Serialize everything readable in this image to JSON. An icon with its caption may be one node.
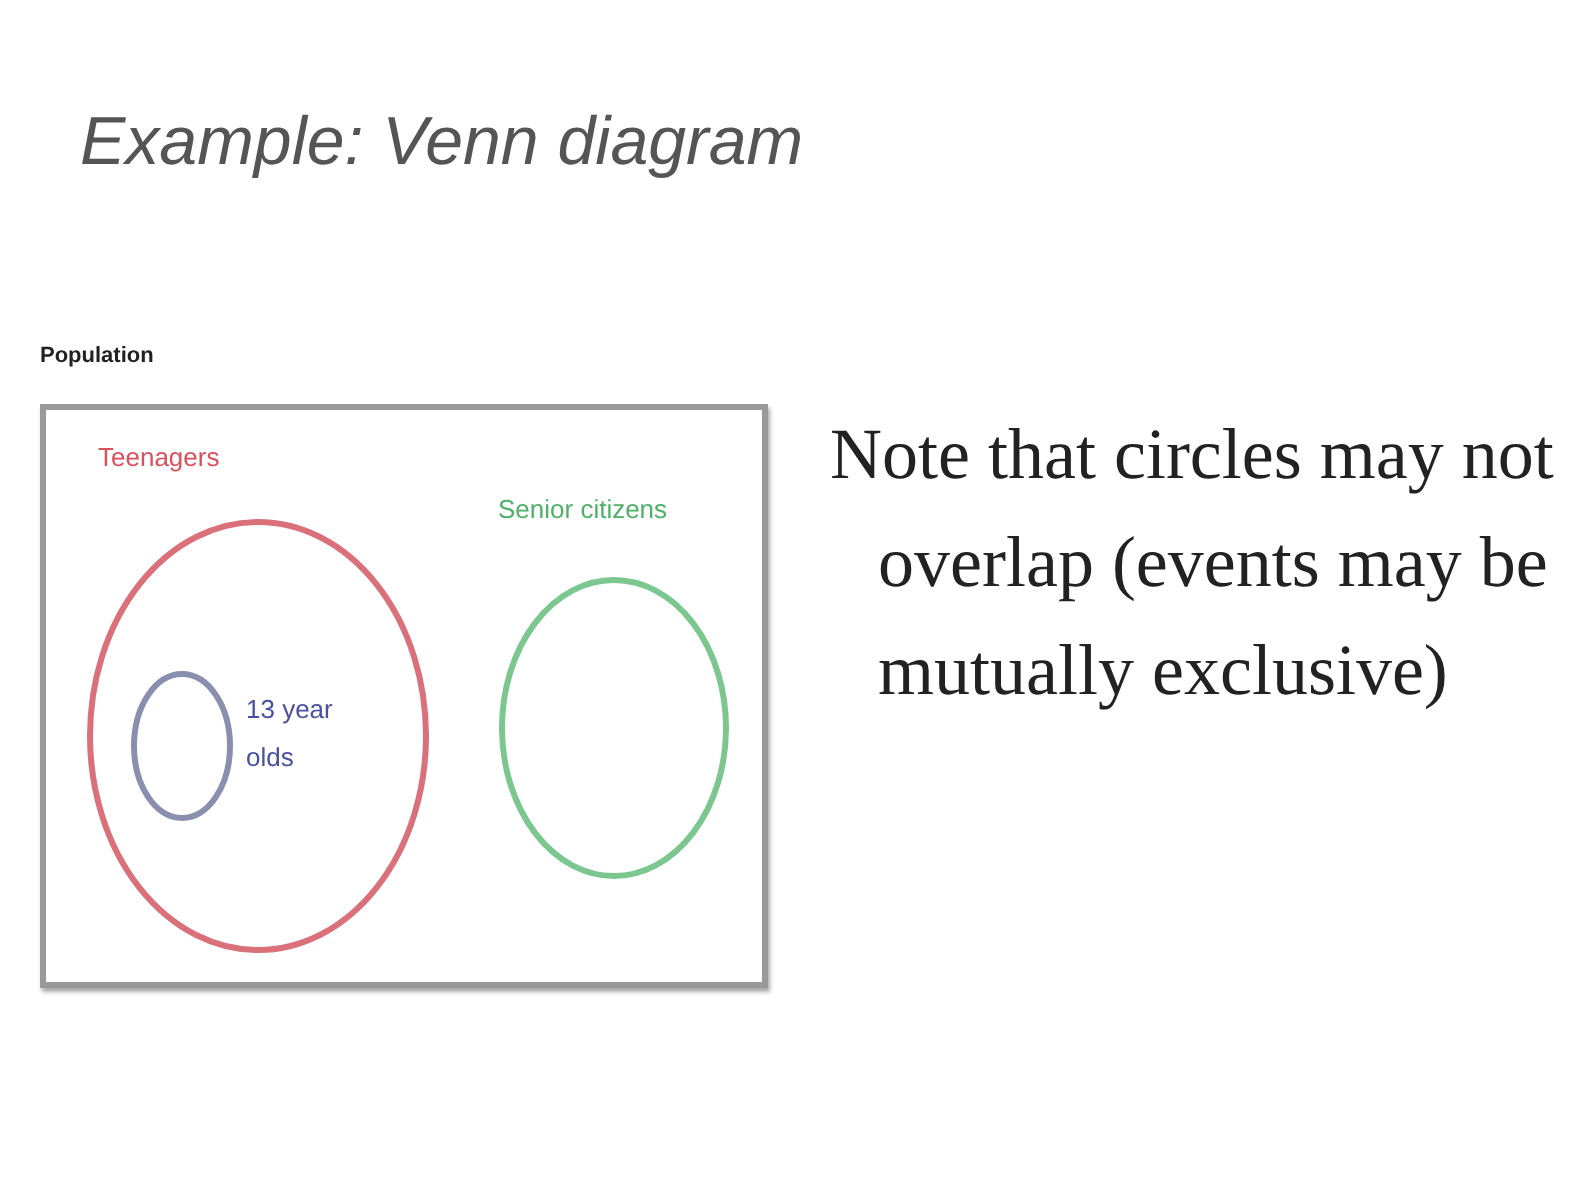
{
  "diagram": {
    "title": "Example: Venn diagram",
    "nodes": [
      {
        "text": [
          "Population"
        ]
      },
      {
        "text": [
          "Teenagers"
        ],
        "in": 0
      },
      {
        "text": [
          "13 year olds"
        ],
        "in": 1
      },
      {
        "text": [
          "Senior citizens"
        ],
        "in": 0
      }
    ],
    "edges": [],
    "labels": [
      "Note that circles may not overlap (events may be mutually exclusive)"
    ]
  }
}
